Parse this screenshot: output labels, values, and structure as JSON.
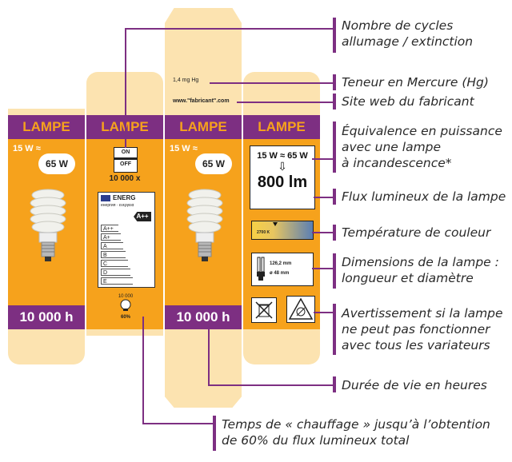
{
  "panels": {
    "title": "LAMPE",
    "watt_left": "15 W ≈",
    "watt_bulb": "65 W",
    "hours": "10 000 h"
  },
  "label_panel": {
    "on": "ON",
    "off": "OFF",
    "cycles": "10 000 x",
    "energy_word": "ENERG",
    "energy_sub": "енергия · ενεργεια",
    "energy_class": "A++",
    "classes": [
      "A++",
      "A+",
      "A",
      "B",
      "C",
      "D",
      "E"
    ],
    "warmup_top": "10 000",
    "warmup_bottom": "60%"
  },
  "top_flap": {
    "mercury": "1,4 mg Hg",
    "website": "www.\"fabricant\".com"
  },
  "info_panel": {
    "equiv": "15 W ≈ 65 W",
    "arrow": "⇩",
    "lumen": "800 lm",
    "color_temp": "2700 K",
    "length": "126,2 mm",
    "diameter": "ø 48 mm"
  },
  "callouts": {
    "cycles": [
      "Nombre de cycles",
      "allumage / extinction"
    ],
    "mercury": "Teneur en Mercure (Hg)",
    "website": "Site web du fabricant",
    "equivalence": [
      "Équivalence en puissance",
      "avec une lampe",
      "à incandescence*"
    ],
    "flux": "Flux lumineux de la lampe",
    "temperature": "Température de couleur",
    "dimensions": [
      "Dimensions de la lampe :",
      "longueur et diamètre"
    ],
    "dimmer": [
      "Avertissement si la lampe",
      "ne peut pas fonctionner",
      "avec tous les variateurs"
    ],
    "lifetime": "Durée de vie en heures",
    "warmup": [
      "Temps de « chauffage » jusqu’à l’obtention",
      "de 60% du flux lumineux total"
    ]
  }
}
